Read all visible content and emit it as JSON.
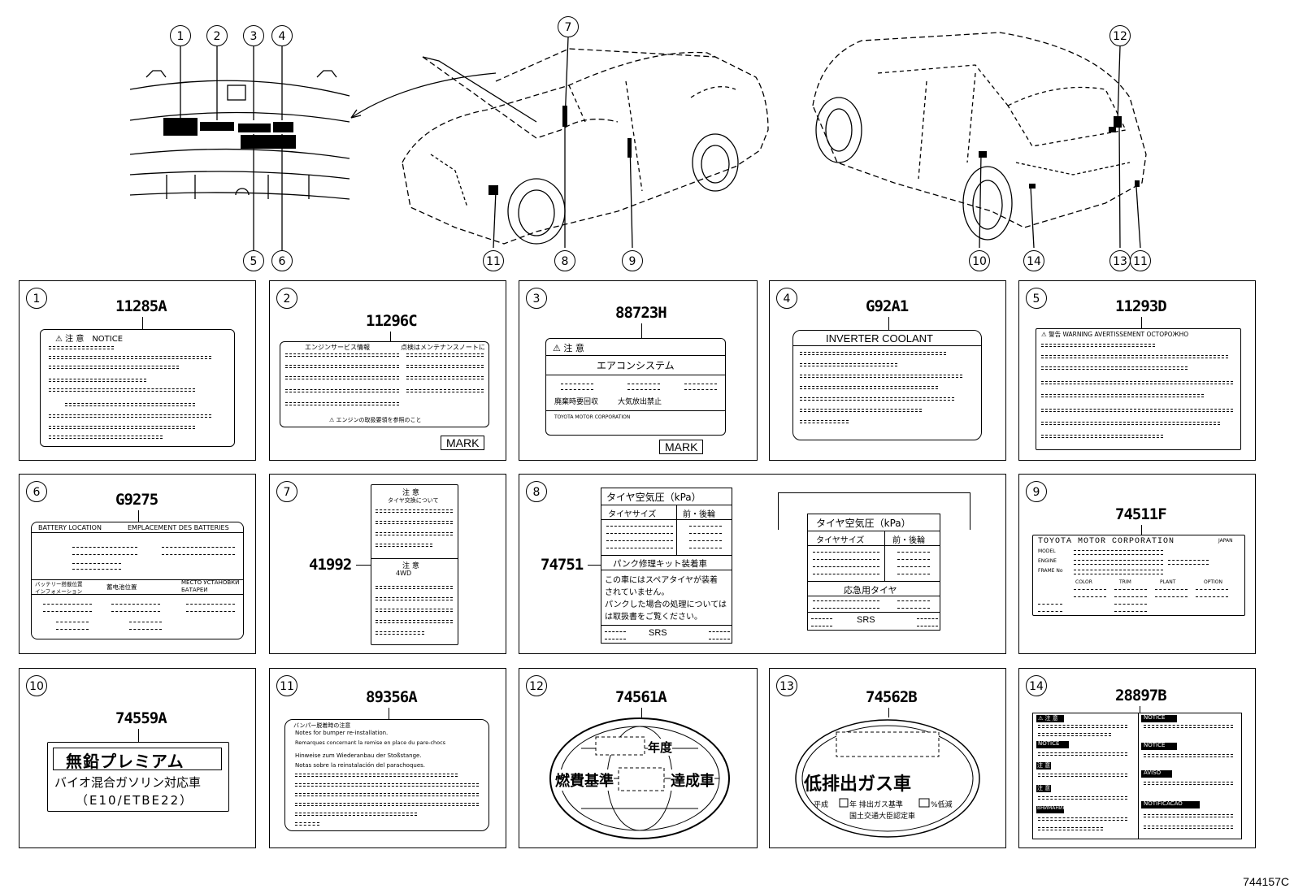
{
  "diagram_ref": "744157C",
  "overview_callouts": [
    "1",
    "2",
    "3",
    "4",
    "5",
    "6",
    "7",
    "8",
    "9",
    "10",
    "11",
    "12",
    "13",
    "14",
    "11"
  ],
  "panels": [
    {
      "idx": "1",
      "part": "11285A",
      "text": [
        "⚠ 注 意　NOTICE"
      ]
    },
    {
      "idx": "2",
      "part": "11296C",
      "text": [
        "エンジンサービス情報",
        "点検はメンテナンスノートに",
        "⚠ エンジンの取扱要領を参照のこと"
      ],
      "mark": "MARK"
    },
    {
      "idx": "3",
      "part": "88723H",
      "text": [
        "⚠ 注 意",
        "エアコンシステム",
        "廃棄時要回収",
        "大気放出禁止",
        "TOYOTA MOTOR CORPORATION"
      ],
      "mark": "MARK"
    },
    {
      "idx": "4",
      "part": "G92A1",
      "text": [
        "INVERTER COOLANT"
      ]
    },
    {
      "idx": "5",
      "part": "11293D",
      "text": [
        "⚠ 警告 WARNING AVERTISSEMENT ОСТОРОЖНО"
      ]
    },
    {
      "idx": "6",
      "part": "G9275",
      "text": [
        "BATTERY LOCATION",
        "EMPLACEMENT DES BATTERIES",
        "バッテリー搭載位置",
        "インフォメーション",
        "蓄电池位置",
        "МЕСТО УСТАНОВКИ",
        "БАТАРЕИ"
      ]
    },
    {
      "idx": "7",
      "part": "41992",
      "text": [
        "注 意",
        "タイヤ交換について",
        "注 意",
        "4WD"
      ]
    },
    {
      "idx": "8",
      "part": "74751",
      "label_a": {
        "title": "タイヤ空気圧（kPa）",
        "col1": "タイヤサイズ",
        "col2": "前・後輪",
        "repair": "パンク修理キット装着車",
        "body": [
          "この車にはスペアタイヤが装着",
          "されていません。",
          "パンクした場合の処理については",
          "は取扱書をご覧ください。"
        ],
        "srs": "SRS"
      },
      "label_b": {
        "title": "タイヤ空気圧（kPa）",
        "col1": "タイヤサイズ",
        "col2": "前・後輪",
        "spare": "応急用タイヤ",
        "srs": "SRS"
      }
    },
    {
      "idx": "9",
      "part": "74511F",
      "text": [
        "TOYOTA MOTOR CORPORATION",
        "JAPAN",
        "MODEL",
        "ENGINE",
        "FRAME No",
        "COLOR",
        "TRIM",
        "PLANT",
        "OPTION"
      ]
    },
    {
      "idx": "10",
      "part": "74559A",
      "text": [
        "無鉛プレミアム",
        "バイオ混合ガソリン対応車",
        "（E10/ETBE22）"
      ]
    },
    {
      "idx": "11",
      "part": "89356A",
      "text": [
        "バンパー脱着時の注意",
        "Notes for bumper re-installation.",
        "Remarques concernant la remise en place du pare-chocs",
        "Hinweise zum Wiederanbau der Stoßstange.",
        "Notas sobre la reinstalación del parachoques."
      ]
    },
    {
      "idx": "12",
      "part": "74561A",
      "text": [
        "年度",
        "燃費基準",
        "達成車"
      ]
    },
    {
      "idx": "13",
      "part": "74562B",
      "text": [
        "低排出ガス車",
        "平成",
        "年 排出ガス基準",
        "%低減",
        "国土交通大臣認定車"
      ]
    },
    {
      "idx": "14",
      "part": "28897B",
      "text": [
        "⚠ 注 意",
        "NOTICE",
        "NOTICE",
        "NOTICE",
        "注 意",
        "AVISO",
        "注 意",
        "NOTIFICACAO",
        "ВНИМАНИЕ"
      ]
    }
  ]
}
